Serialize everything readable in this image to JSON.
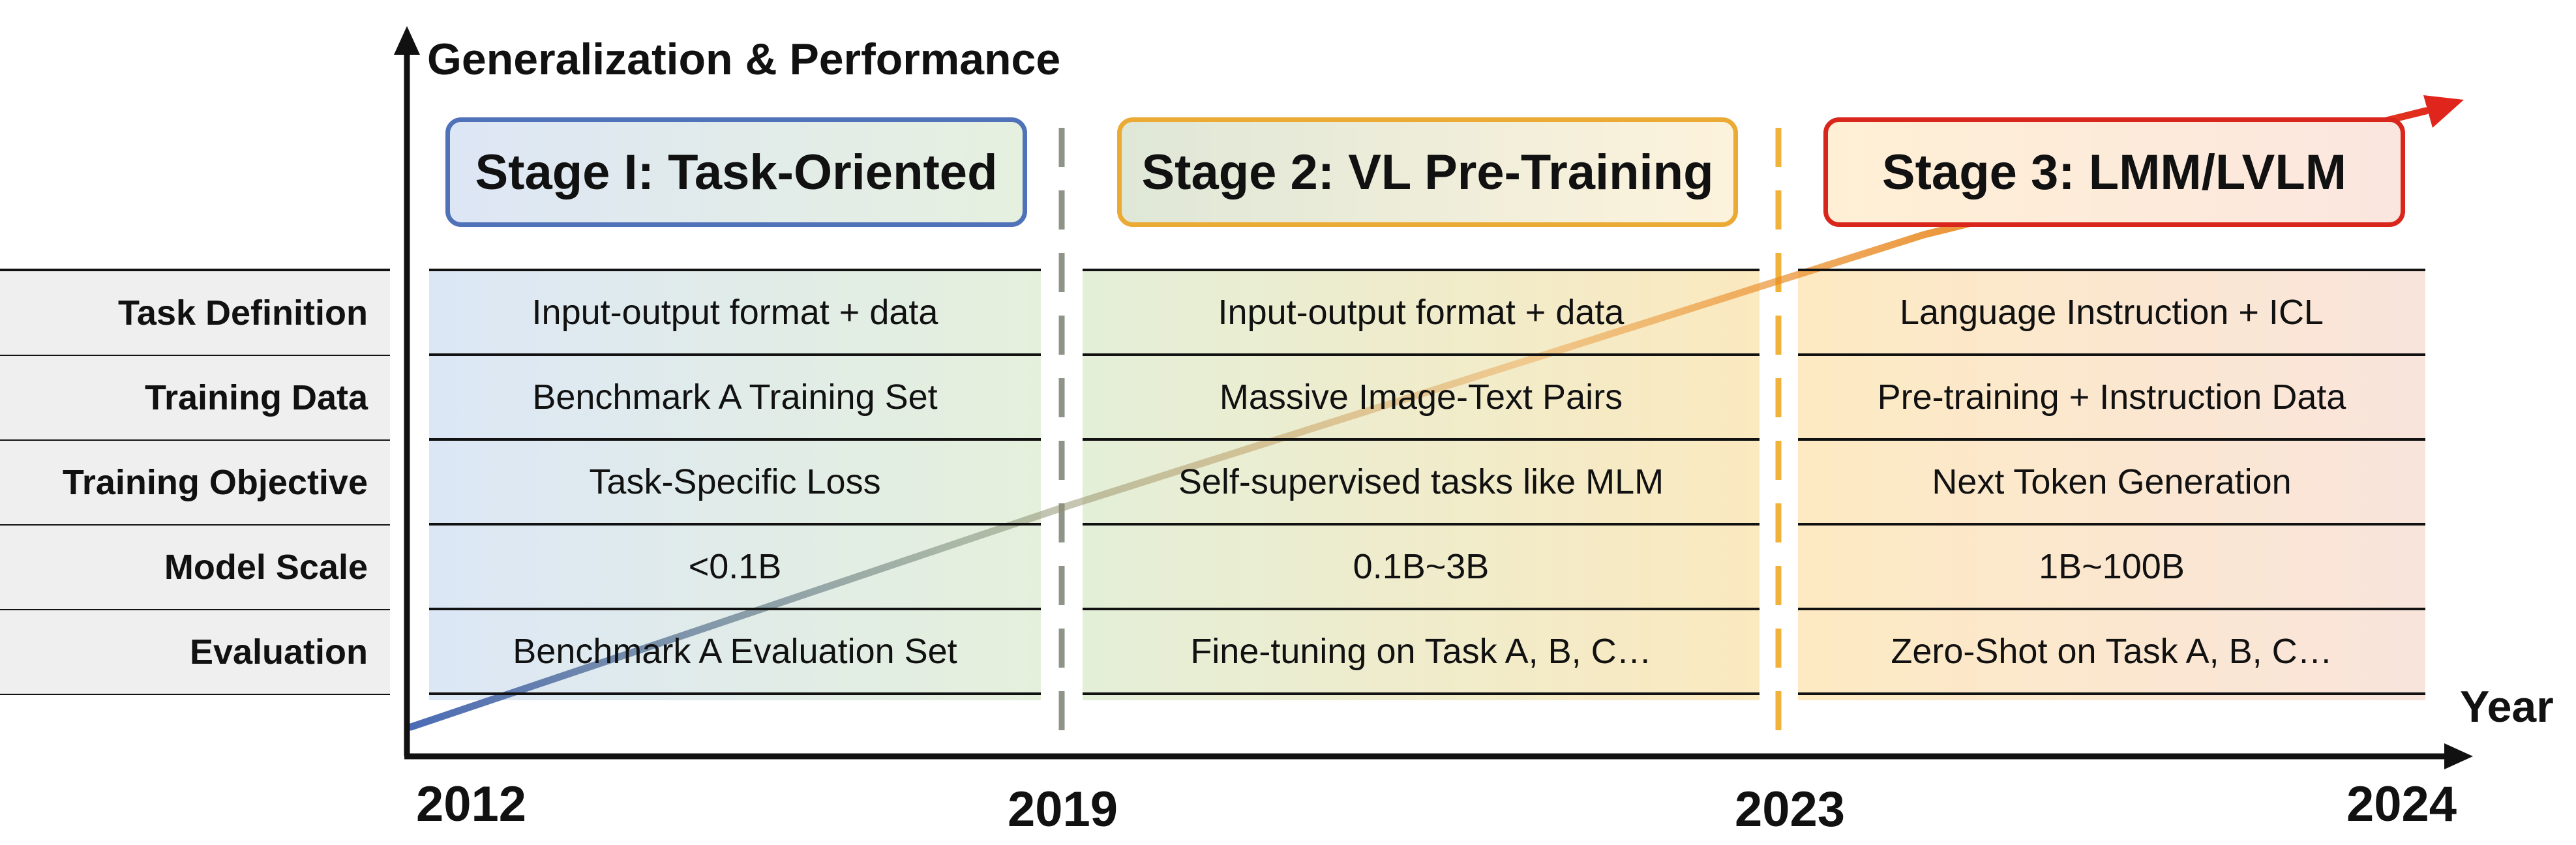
{
  "y_axis": {
    "title": "Generalization & Performance"
  },
  "x_axis": {
    "title": "Year",
    "years": [
      "2012",
      "2019",
      "2023",
      "2024"
    ]
  },
  "stages": [
    {
      "title": "Stage I: Task-Oriented",
      "border_color": "#4f72b8",
      "fill_from": "#dde6f5",
      "fill_to": "#e6f0df"
    },
    {
      "title": "Stage 2: VL Pre-Training",
      "border_color": "#eaaa34",
      "fill_from": "#dfe7d7",
      "fill_to": "#fdf3dc"
    },
    {
      "title": "Stage 3: LMM/LVLM",
      "border_color": "#d9261c",
      "fill_from": "#fff0d5",
      "fill_to": "#fbe6df"
    }
  ],
  "rows": [
    {
      "label": "Task Definition",
      "cells": [
        "Input-output format + data",
        "Input-output format + data",
        "Language Instruction + ICL"
      ]
    },
    {
      "label": "Training Data",
      "cells": [
        "Benchmark A Training Set",
        "Massive Image-Text Pairs",
        "Pre-training +  Instruction Data"
      ]
    },
    {
      "label": "Training Objective",
      "cells": [
        "Task-Specific Loss",
        "Self-supervised tasks like MLM",
        "Next Token Generation"
      ]
    },
    {
      "label": "Model Scale",
      "cells": [
        "<0.1B",
        "0.1B~3B",
        "1B~100B"
      ]
    },
    {
      "label": "Evaluation",
      "cells": [
        "Benchmark A Evaluation Set",
        "Fine-tuning on Task A, B, C…",
        "Zero-Shot on Task A, B, C…"
      ]
    }
  ],
  "colors": {
    "axis": "#111111",
    "trend_start": "#4a6bb5",
    "trend_mid": "#7f8f78",
    "trend_orange": "#e98a23",
    "trend_end": "#e0261c",
    "divider_1": "#8e9488",
    "divider_2": "#f0b23a",
    "column_1_from": "#dce7f6",
    "column_1_to": "#e5f0dc",
    "column_2_from": "#e4efd8",
    "column_2_to": "#fbe9bf",
    "column_3_from": "#fdeac2",
    "column_3_to": "#f9e4dc"
  }
}
